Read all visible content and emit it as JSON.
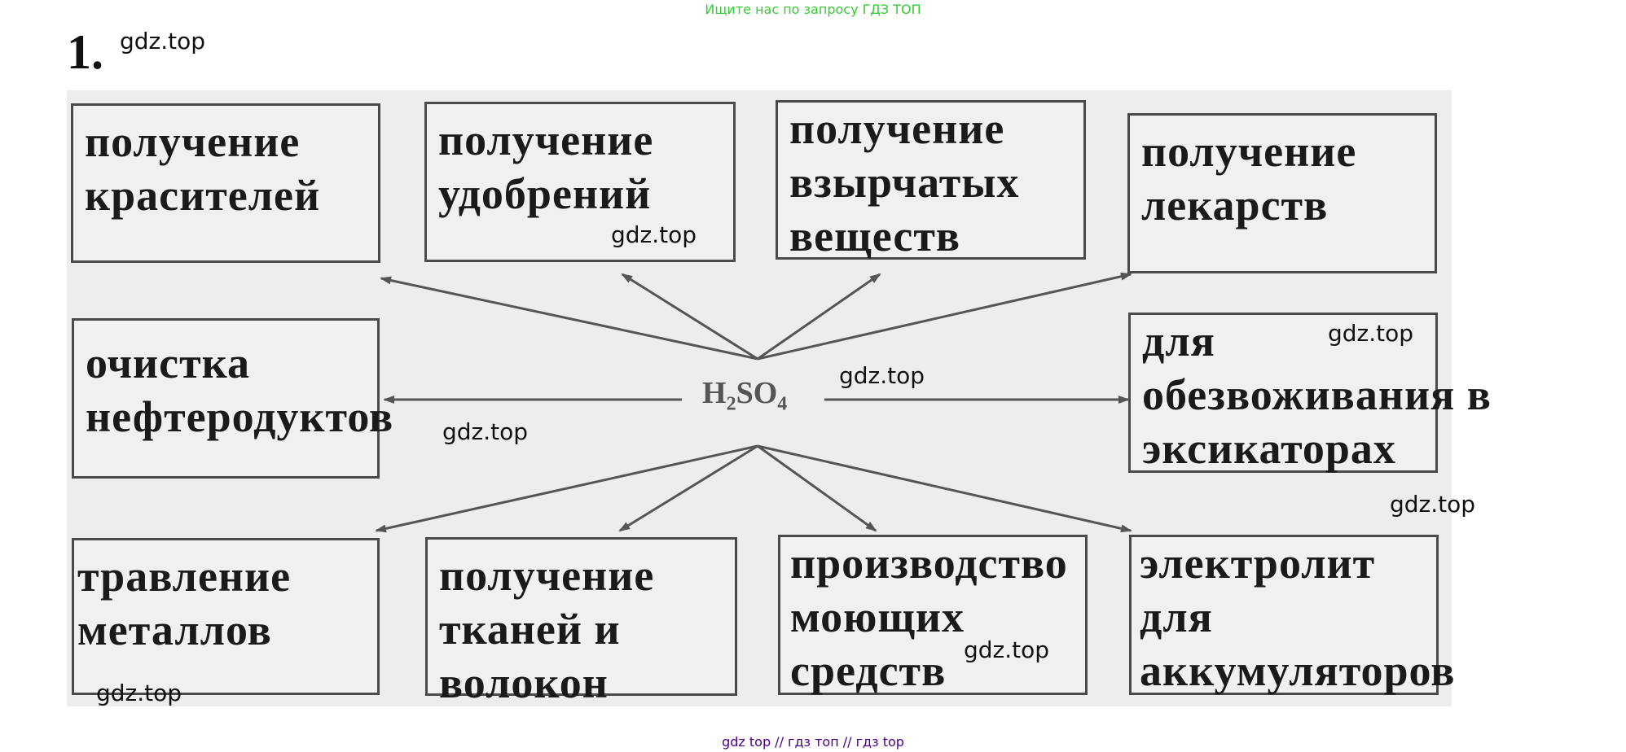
{
  "header": {
    "banner": "Ищите нас по запросу ГДЗ ТОП",
    "task_number": "1."
  },
  "diagram": {
    "center": {
      "h": "H",
      "s2": "2",
      "so": "SO",
      "s4": "4"
    },
    "nodes": {
      "top_1": "получение\nкрасителей",
      "top_2": "получение\nудобрений",
      "top_3": "получение\nвзырчатых\nвеществ",
      "top_4": "получение\nлекарств",
      "mid_left": "очистка\nнефтеродуктов",
      "mid_right": "для\nобезвоживания в\nэксикаторах",
      "bottom_1": "травление\nметаллов",
      "bottom_2": "получение\nтканей и\nволокон",
      "bottom_3": "производство\nмоющих\nсредств",
      "bottom_4": "электролит\nдля\nаккумуляторов"
    }
  },
  "watermarks": {
    "w1": "gdz.top",
    "w2": "gdz.top",
    "w3": "gdz.top",
    "w4": "gdz.top",
    "w5": "gdz.top",
    "w6": "gdz.top",
    "w7": "gdz.top",
    "w8": "gdz.top"
  },
  "footer": {
    "text": "gdz top  //  гдз топ  //  гдз top"
  },
  "colors": {
    "banner": "#33cc33",
    "footer": "#4b0082",
    "diagram_background": "#ededeb",
    "box_border": "#4a4a4a",
    "arrow": "#555555"
  }
}
